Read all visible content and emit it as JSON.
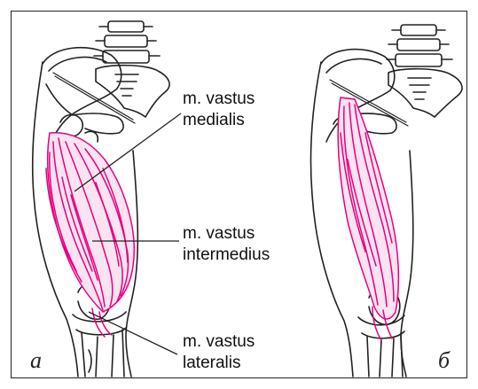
{
  "labels": {
    "medialis": {
      "line1": "m. vastus",
      "line2": "medialis"
    },
    "intermedius": {
      "line1": "m. vastus",
      "line2": "intermedius"
    },
    "lateralis": {
      "line1": "m. vastus",
      "line2": "lateralis"
    }
  },
  "panels": {
    "left": "а",
    "right": "б"
  },
  "colors": {
    "muscle": "#e6007e",
    "outline": "#222222",
    "frame": "#222222"
  }
}
